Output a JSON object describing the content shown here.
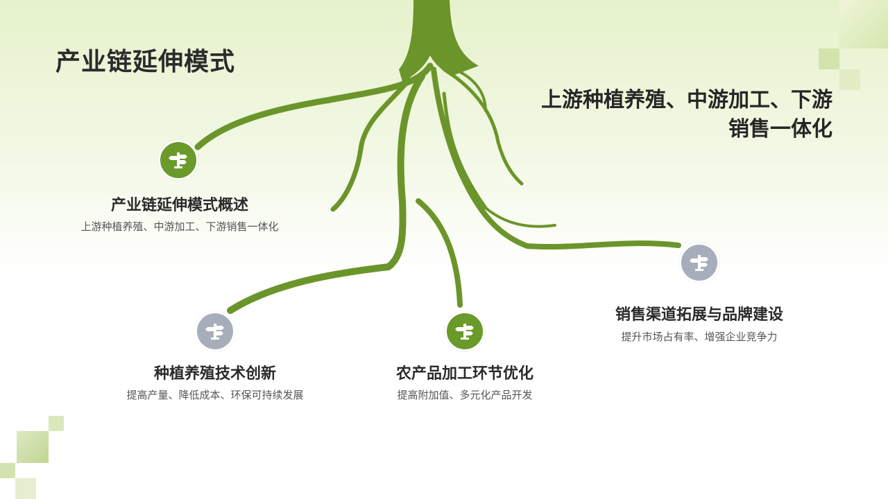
{
  "title": "产业链延伸模式",
  "headline": "上游种植养殖、中游加工、下游销售一体化",
  "icon_name": "signpost-icon",
  "colors": {
    "accent_green": "#6a9a2a",
    "icon_gray": "#a7aebb",
    "root_green": "#6b952a"
  },
  "nodes": [
    {
      "title": "产业链延伸模式概述",
      "desc": "上游种植养殖、中游加工、下游销售一体化"
    },
    {
      "title": "种植养殖技术创新",
      "desc": "提高产量、降低成本、环保可持续发展"
    },
    {
      "title": "农产品加工环节优化",
      "desc": "提高附加值、多元化产品开发"
    },
    {
      "title": "销售渠道拓展与品牌建设",
      "desc": "提升市场占有率、增强企业竞争力"
    }
  ]
}
